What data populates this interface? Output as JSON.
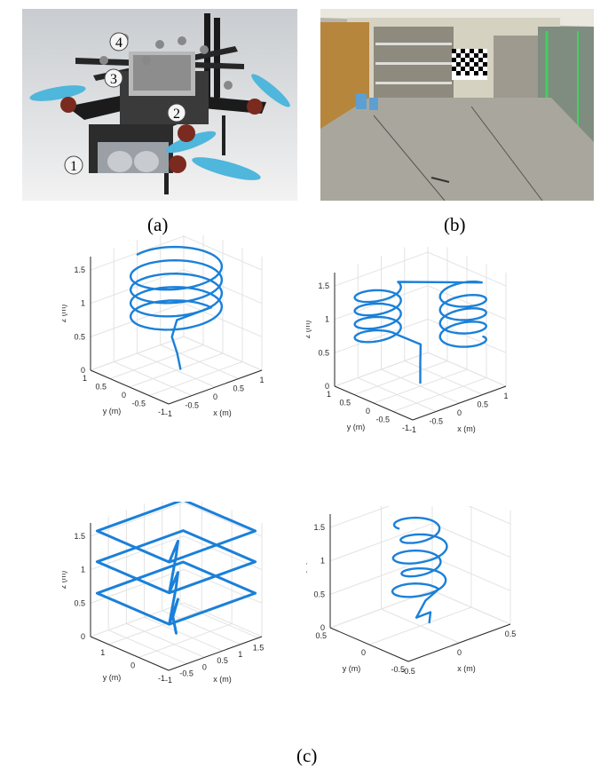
{
  "figure": {
    "caption_a": "(a)",
    "caption_b": "(b)",
    "caption_c": "(c)"
  },
  "photo_a": {
    "markers": [
      "1",
      "2",
      "3",
      "4"
    ]
  },
  "chart_data": [
    {
      "type": "line",
      "title": "",
      "xlabel": "x (m)",
      "ylabel": "y (m)",
      "zlabel": "z (m)",
      "x_ticks": [
        "-1",
        "-0.5",
        "0",
        "0.5",
        "1"
      ],
      "y_ticks": [
        "-1",
        "-0.5",
        "0",
        "0.5",
        "1"
      ],
      "z_ticks": [
        "0",
        "0.5",
        "1",
        "1.5"
      ],
      "xlim": [
        -1,
        1
      ],
      "ylim": [
        -1,
        1
      ],
      "zlim": [
        0,
        1.7
      ],
      "grid": true,
      "trajectory_shape": "circular helix",
      "color": "#1a80d9"
    },
    {
      "type": "line",
      "title": "",
      "xlabel": "x (m)",
      "ylabel": "y (m)",
      "zlabel": "z (m)",
      "x_ticks": [
        "-1",
        "-0.5",
        "0",
        "0.5",
        "1"
      ],
      "y_ticks": [
        "-1",
        "-0.5",
        "0",
        "0.5",
        "1"
      ],
      "z_ticks": [
        "0",
        "0.5",
        "1",
        "1.5"
      ],
      "xlim": [
        -1,
        1
      ],
      "ylim": [
        -1,
        1
      ],
      "zlim": [
        0,
        1.7
      ],
      "grid": true,
      "trajectory_shape": "double helix (figure-eight stacked)",
      "color": "#1a80d9"
    },
    {
      "type": "line",
      "title": "",
      "xlabel": "x (m)",
      "ylabel": "y (m)",
      "zlabel": "z (m)",
      "x_ticks": [
        "-1",
        "-0.5",
        "0",
        "0.5",
        "1",
        "1.5"
      ],
      "y_ticks": [
        "-1",
        "0",
        "1"
      ],
      "z_ticks": [
        "0",
        "0.5",
        "1",
        "1.5"
      ],
      "xlim": [
        -1,
        1.6
      ],
      "ylim": [
        -1,
        1.6
      ],
      "zlim": [
        0,
        1.7
      ],
      "grid": true,
      "trajectory_shape": "stacked square loops at 0.6, 1.1, 1.6 m",
      "color": "#1a80d9"
    },
    {
      "type": "line",
      "title": "",
      "xlabel": "x (m)",
      "ylabel": "y (m)",
      "zlabel": "z (m)",
      "x_ticks": [
        "-0.5",
        "0",
        "0.5"
      ],
      "y_ticks": [
        "-0.5",
        "0",
        "0.5"
      ],
      "z_ticks": [
        "0",
        "0.5",
        "1",
        "1.5"
      ],
      "xlim": [
        -0.5,
        0.5
      ],
      "ylim": [
        -0.5,
        0.5
      ],
      "zlim": [
        0,
        1.7
      ],
      "grid": true,
      "trajectory_shape": "irregular climbing spiral",
      "color": "#1a80d9"
    }
  ]
}
